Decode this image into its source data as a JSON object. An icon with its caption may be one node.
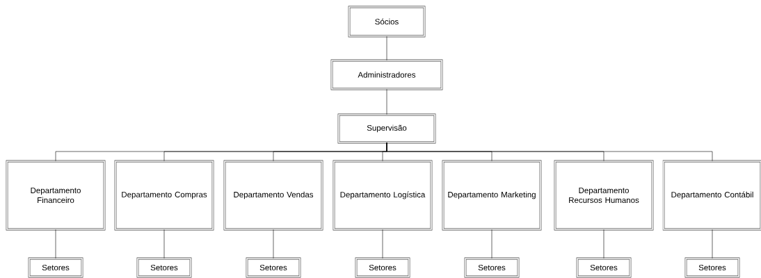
{
  "diagram": {
    "nodes": [
      {
        "text": [
          "Sócios"
        ]
      },
      {
        "text": [
          "Administradores"
        ]
      },
      {
        "text": [
          "Supervisão"
        ]
      },
      {
        "text": [
          "Departamento Financeiro"
        ]
      },
      {
        "text": [
          "Departamento Compras"
        ]
      },
      {
        "text": [
          "Departamento Vendas"
        ]
      },
      {
        "text": [
          "Departamento Logística"
        ]
      },
      {
        "text": [
          "Departamento Marketing"
        ]
      },
      {
        "text": [
          "Departamento Recursos Humanos"
        ]
      },
      {
        "text": [
          "Departamento Contábil"
        ]
      },
      {
        "text": [
          "Setores"
        ]
      },
      {
        "text": [
          "Setores"
        ]
      },
      {
        "text": [
          "Setores"
        ]
      },
      {
        "text": [
          "Setores"
        ]
      },
      {
        "text": [
          "Setores"
        ]
      },
      {
        "text": [
          "Setores"
        ]
      },
      {
        "text": [
          "Setores"
        ]
      }
    ],
    "edges": [
      {
        "from": 0,
        "to": 1,
        "arrow": "none"
      },
      {
        "from": 1,
        "to": 2,
        "arrow": "none"
      },
      {
        "from": 2,
        "to": 3,
        "arrow": "none"
      },
      {
        "from": 2,
        "to": 4,
        "arrow": "none"
      },
      {
        "from": 2,
        "to": 5,
        "arrow": "none"
      },
      {
        "from": 2,
        "to": 6,
        "arrow": "none"
      },
      {
        "from": 2,
        "to": 7,
        "arrow": "none"
      },
      {
        "from": 2,
        "to": 8,
        "arrow": "none"
      },
      {
        "from": 2,
        "to": 9,
        "arrow": "none"
      },
      {
        "from": 3,
        "to": 10,
        "arrow": "none"
      },
      {
        "from": 4,
        "to": 11,
        "arrow": "none"
      },
      {
        "from": 5,
        "to": 12,
        "arrow": "none"
      },
      {
        "from": 6,
        "to": 13,
        "arrow": "none"
      },
      {
        "from": 7,
        "to": 14,
        "arrow": "none"
      },
      {
        "from": 8,
        "to": 15,
        "arrow": "none"
      },
      {
        "from": 9,
        "to": 16,
        "arrow": "none"
      }
    ]
  }
}
